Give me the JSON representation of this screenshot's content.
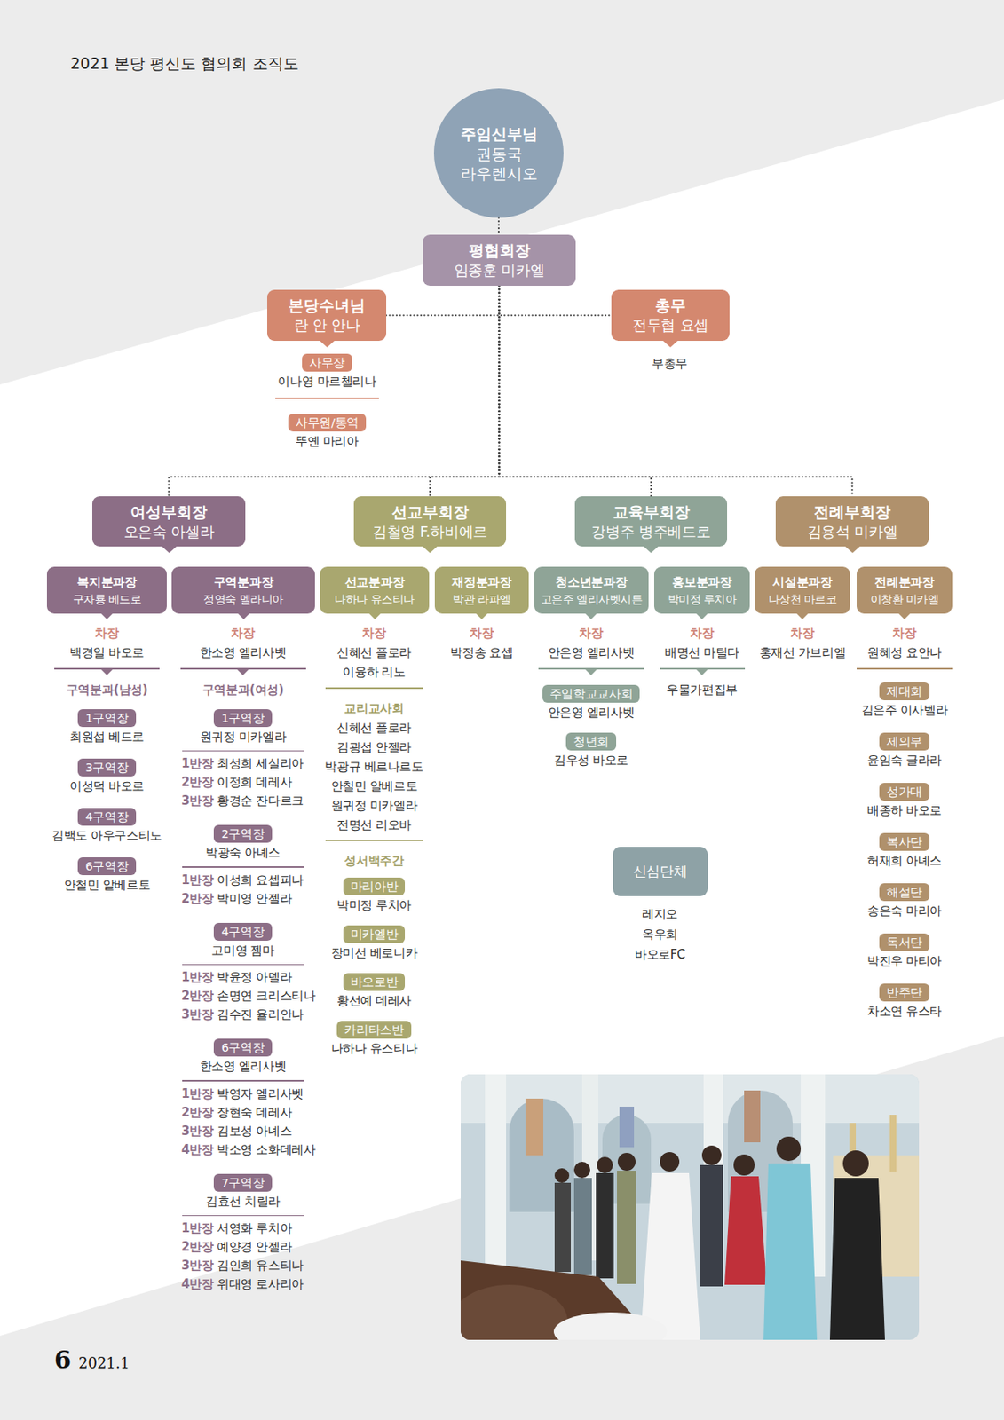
{
  "diagram": {
    "title": "2021 본당 평신도 협의회 조직도",
    "nodes": [
      {
        "text": [
          "주임신부님",
          "권동국 라우렌시오"
        ]
      },
      {
        "text": [
          "평협회장",
          "임종훈 미카엘"
        ]
      },
      {
        "text": [
          "본당수녀님",
          "란 안 안나"
        ]
      },
      {
        "text": [
          "총무",
          "전두협 요셉"
        ]
      },
      {
        "text": [
          "사무장",
          "이나영 마르첼리나"
        ]
      },
      {
        "text": [
          "사무원/통역",
          "뚜옌 마리아"
        ]
      },
      {
        "text": [
          "여성부회장",
          "오은숙 아셀라"
        ]
      },
      {
        "text": [
          "선교부회장",
          "김철영 F.하비에르"
        ]
      },
      {
        "text": [
          "교육부회장",
          "강병주 병주베드로"
        ]
      },
      {
        "text": [
          "전례부회장",
          "김용석 미카엘"
        ]
      },
      {
        "text": [
          "복지분과장",
          "구자룡 베드로"
        ]
      },
      {
        "text": [
          "구역분과장",
          "정영숙 멜라니아"
        ]
      },
      {
        "text": [
          "선교분과장",
          "나하나 유스티나"
        ]
      },
      {
        "text": [
          "재정분과장",
          "박관 라파엘"
        ]
      },
      {
        "text": [
          "청소년분과장",
          "고은주 엘리사벳시튼"
        ]
      },
      {
        "text": [
          "홍보분과장",
          "박미정 루치아"
        ]
      },
      {
        "text": [
          "시설분과장",
          "나상천 마르코"
        ]
      },
      {
        "text": [
          "전례분과장",
          "이창환 미카엘"
        ]
      },
      {
        "text": [
          "1구역장",
          "최원섭 베드로"
        ]
      },
      {
        "text": [
          "3구역장",
          "이성덕 바오로"
        ]
      },
      {
        "text": [
          "4구역장",
          "김백도 아우구스티노"
        ]
      },
      {
        "text": [
          "6구역장",
          "안철민 알베르토"
        ]
      },
      {
        "text": [
          "1구역장",
          "원귀정 미카엘라"
        ]
      },
      {
        "text": [
          "2구역장",
          "박광숙 아녜스"
        ]
      },
      {
        "text": [
          "4구역장",
          "고미영 젬마"
        ]
      },
      {
        "text": [
          "6구역장",
          "한소영 엘리사벳"
        ]
      },
      {
        "text": [
          "7구역장",
          "김효선 치릴라"
        ]
      },
      {
        "text": [
          "마리아반",
          "박미정 루치아"
        ]
      },
      {
        "text": [
          "미카엘반",
          "장미선 베로니카"
        ]
      },
      {
        "text": [
          "바오로반",
          "황선예 데레사"
        ]
      },
      {
        "text": [
          "카리타스반",
          "나하나 유스티나"
        ]
      },
      {
        "text": [
          "주일학교교사회",
          "안은영 엘리사벳"
        ]
      },
      {
        "text": [
          "청년회",
          "김우성 바오로"
        ]
      },
      {
        "text": [
          "신심단체",
          "레지오",
          "옥우회",
          "바오로FC"
        ]
      },
      {
        "text": [
          "제대회",
          "김은주 이사벨라"
        ]
      },
      {
        "text": [
          "제의부",
          "윤임숙 글라라"
        ]
      },
      {
        "text": [
          "성가대",
          "배종하 바오로"
        ]
      },
      {
        "text": [
          "복사단",
          "허재희 아녜스"
        ]
      },
      {
        "text": [
          "해설단",
          "송은숙 마리아"
        ]
      },
      {
        "text": [
          "독서단",
          "박진우 마티아"
        ]
      },
      {
        "text": [
          "반주단",
          "차소연 유스타"
        ]
      }
    ],
    "edges": [
      {
        "from": 0,
        "to": 1,
        "arrow": "none"
      },
      {
        "from": 2,
        "to": 3,
        "arrow": "none"
      },
      {
        "from": 1,
        "to": 6,
        "arrow": "none"
      },
      {
        "from": 1,
        "to": 7,
        "arrow": "none"
      },
      {
        "from": 1,
        "to": 8,
        "arrow": "none"
      },
      {
        "from": 1,
        "to": 9,
        "arrow": "none"
      }
    ],
    "labels": [
      "부총무",
      "차장",
      "백경일 바오로",
      "구역분과(남성)",
      "차장",
      "한소영 엘리사벳",
      "구역분과(여성)",
      "1반장",
      "최성희 세실리아",
      "2반장",
      "이정희 데레사",
      "3반장",
      "황경순 잔다르크",
      "1반장",
      "이성희 요셉피나",
      "2반장",
      "박미영 안젤라",
      "1반장",
      "박윤정 아델라",
      "2반장",
      "손명연 크리스티나",
      "3반장",
      "김수진 율리안나",
      "1반장",
      "박영자 엘리사벳",
      "2반장",
      "장현숙 데레사",
      "3반장",
      "김보성 아녜스",
      "4반장",
      "박소영 소화데레사",
      "1반장",
      "서영화 루치아",
      "2반장",
      "예양경 안젤라",
      "3반장",
      "김인희 유스티나",
      "4반장",
      "위대영 로사리아",
      "차장",
      "신혜선 플로라",
      "이융하 리노",
      "교리교사회",
      "신혜선 플로라",
      "김광섭 안젤라",
      "박광규 베르나르도",
      "안철민 알베르토",
      "원귀정 미카엘라",
      "전명선 리오바",
      "성서백주간",
      "차장",
      "박정송 요셉",
      "차장",
      "안은영 엘리사벳",
      "차장",
      "배명선 마틸다",
      "우물가편집부",
      "차장",
      "홍재선 가브리엘",
      "차장",
      "원혜성 요안나",
      "6",
      "2021.1"
    ]
  }
}
